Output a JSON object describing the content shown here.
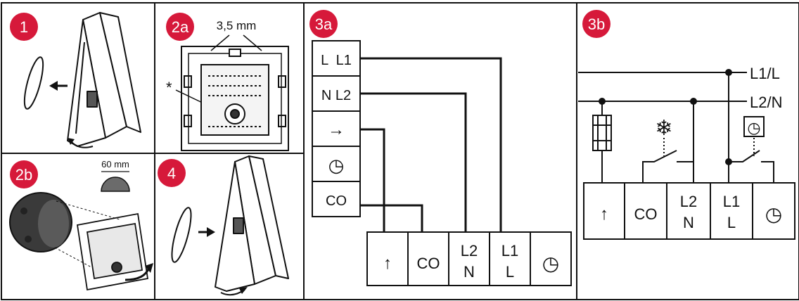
{
  "colors": {
    "accent": "#d6193a",
    "line": "#111111",
    "gray": "#6b6b6b"
  },
  "panels": {
    "p1": {
      "badge": "1"
    },
    "p2a": {
      "badge": "2a",
      "dimension": "3,5 mm",
      "asterisk": "*"
    },
    "p2b": {
      "badge": "2b",
      "dimension": "60 mm"
    },
    "p4": {
      "badge": "4"
    },
    "p3a": {
      "badge": "3a",
      "left_terminals": [
        "L  L1",
        "N L2",
        "→",
        "◷",
        "CO"
      ],
      "bottom_terminals": [
        {
          "line1": "↑",
          "line2": ""
        },
        {
          "line1": "CO",
          "line2": ""
        },
        {
          "line1": "L2",
          "line2": "N"
        },
        {
          "line1": "L1",
          "line2": "L"
        },
        {
          "line1": "◷",
          "line2": ""
        }
      ]
    },
    "p3b": {
      "badge": "3b",
      "rail1": "L1/L",
      "rail2": "L2/N",
      "snowflake": "❄",
      "clock": "◷",
      "bottom_terminals": [
        {
          "line1": "↑",
          "line2": ""
        },
        {
          "line1": "CO",
          "line2": ""
        },
        {
          "line1": "L2",
          "line2": "N"
        },
        {
          "line1": "L1",
          "line2": "L"
        },
        {
          "line1": "◷",
          "line2": ""
        }
      ]
    }
  }
}
